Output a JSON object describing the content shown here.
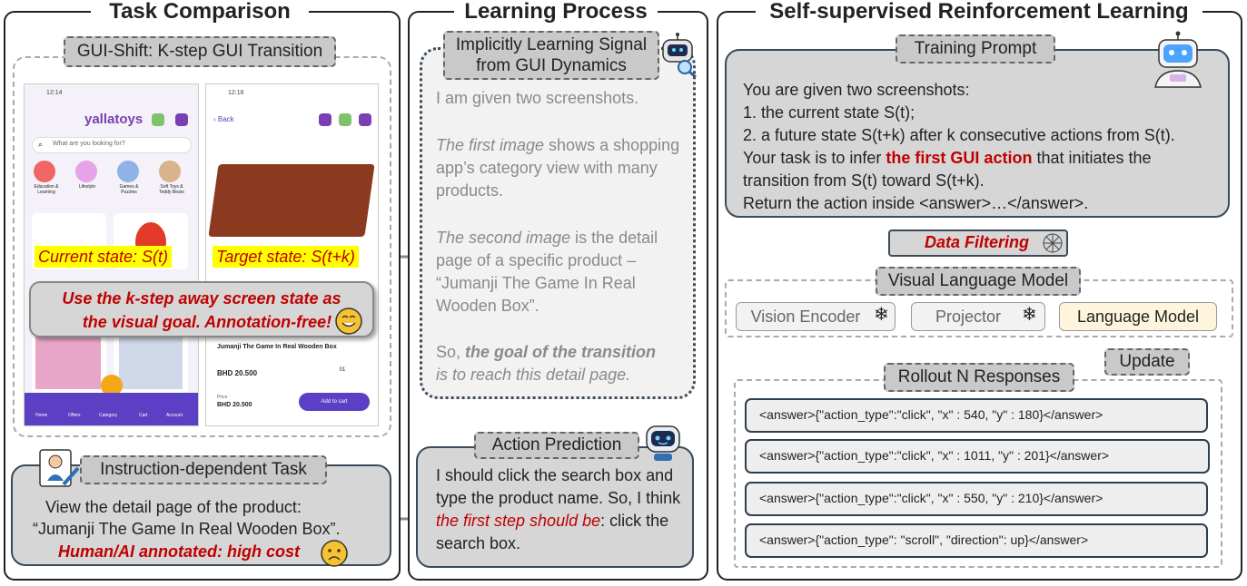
{
  "panels": {
    "task_comparison": "Task Comparison",
    "learning_process": "Learning Process",
    "ssrl": "Self-supervised Reinforcement Learning"
  },
  "gui_shift": {
    "tag": "GUI-Shift: K-step GUI Transition",
    "current_state": "Current state: S(t)",
    "target_state": "Target state: S(t+k)",
    "callout_line1": "Use the k-step away screen state as",
    "callout_line2": "the visual goal. Annotation-free!"
  },
  "phone_left": {
    "time": "12:14",
    "logo": "yallatoys",
    "search_placeholder": "What are you looking for?",
    "categories": [
      "Education & Learning",
      "Lifestyle",
      "Games & Puzzles",
      "Soft Toys & Teddy Bears"
    ],
    "nav": [
      "Home",
      "Offers",
      "Category",
      "Cart",
      "Account"
    ]
  },
  "phone_right": {
    "time": "12:16",
    "back": "Back",
    "product": "Jumanji The Game In Real Wooden Box",
    "price": "BHD 20.500",
    "qty": "01",
    "price_label": "Price",
    "price2": "BHD 20.500",
    "cta": "Add to cart"
  },
  "instruction": {
    "tag": "Instruction-dependent Task",
    "line1": "View the detail page of the product:",
    "line2": "“Jumanji The Game In Real Wooden Box”.",
    "cost": "Human/AI annotated: high cost"
  },
  "learning": {
    "tag_line1": "Implicitly Learning Signal",
    "tag_line2": "from GUI Dynamics",
    "p1": "I am given two screenshots.",
    "p2_em": "The first image",
    "p2_rest": " shows a shopping app’s category view with many products.",
    "p3_em": "The second image",
    "p3_rest": " is the detail page of a specific product – “Jumanji The Game In Real Wooden Box”.",
    "p4_pre": "So, ",
    "p4_em": "the goal of the transition",
    "p4_em2": "is to reach this detail page."
  },
  "action": {
    "tag": "Action Prediction",
    "t1": "I should click the search box and type the product name. So, I think ",
    "t2": "the first step should be",
    "t3": ": click the search box."
  },
  "training": {
    "tag": "Training Prompt",
    "l1": "You are given two screenshots:",
    "l2": "1. the current state S(t);",
    "l3": "2. a future state S(t+k) after k consecutive actions from S(t).",
    "l4_pre": "Your task is to infer ",
    "l4_bold": "the first GUI action",
    "l4_post": " that initiates the",
    "l5": "transition from S(t) toward S(t+k).",
    "l6": "Return the action inside <answer>…</answer>."
  },
  "filter": {
    "label": "Data Filtering"
  },
  "vlm": {
    "tag": "Visual Language Model",
    "vision": "Vision Encoder",
    "projector": "Projector",
    "lm": "Language Model"
  },
  "update": {
    "label": "Update"
  },
  "rollout": {
    "tag": "Rollout N Responses",
    "responses": [
      "<answer>{\"action_type\":\"click\", \"x\" : 540, \"y\" : 180}</answer>",
      "<answer>{\"action_type\":\"click\", \"x\" : 1011, \"y\" : 201}</answer>",
      "<answer>{\"action_type\":\"click\", \"x\" : 550, \"y\" : 210}</answer>",
      "<answer>{\"action_type\": \"scroll\", \"direction\": up}</answer>"
    ]
  },
  "colors": {
    "red": "#c00000",
    "box_border": "#3a4a58",
    "lm_fill": "#fff5dc"
  },
  "icons": [
    "robot-icon",
    "snowflake-icon",
    "network-icon",
    "smile-emoji-icon",
    "sad-emoji-icon",
    "worker-icon"
  ]
}
